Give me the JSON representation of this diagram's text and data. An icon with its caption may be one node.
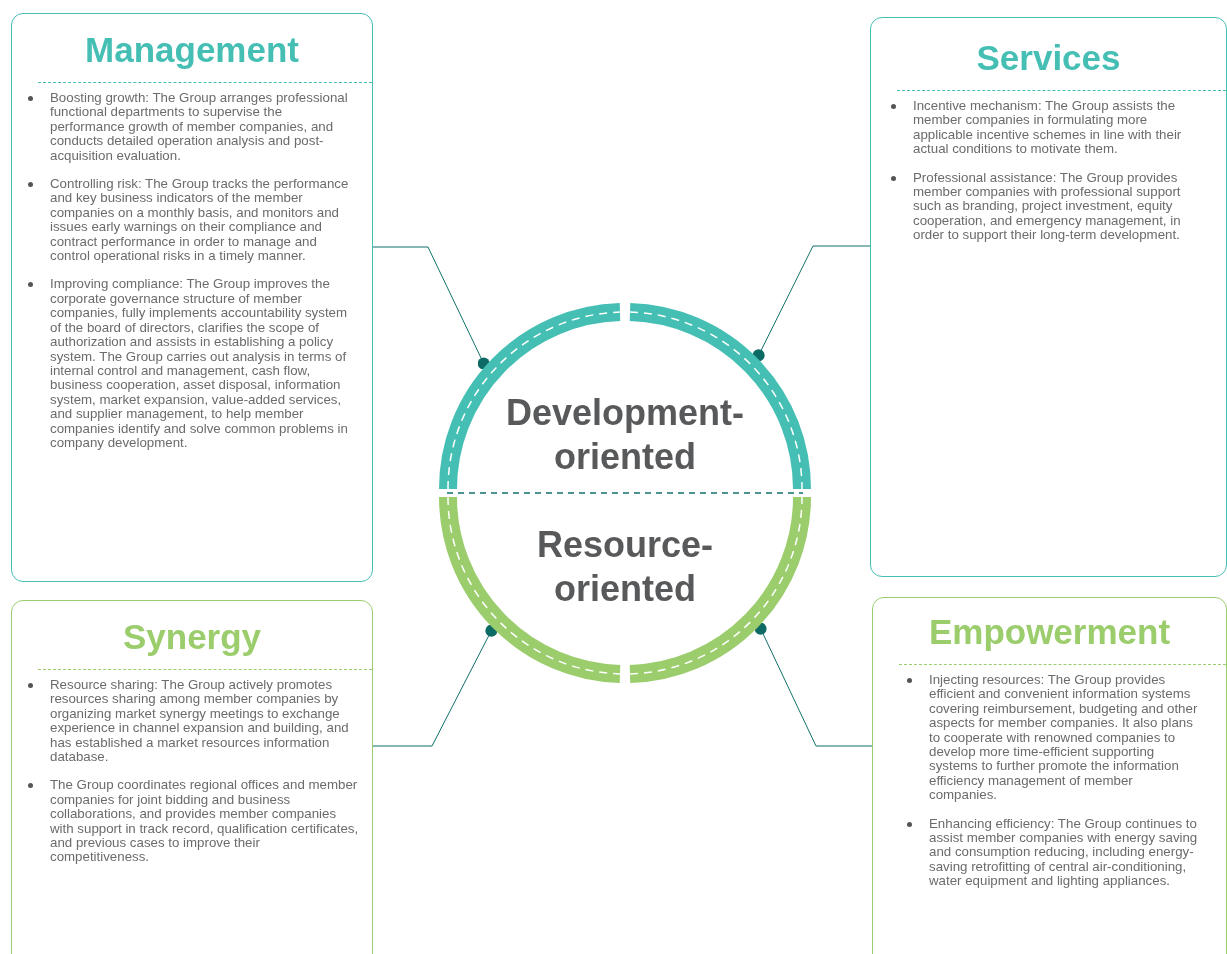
{
  "diagram": {
    "nodes": [
      {
        "text": [
          "Management",
          "Boosting growth: The Group arranges professional functional departments to supervise the performance growth of member companies, and conducts detailed operation analysis and post-acquisition evaluation.",
          "Controlling risk: The Group tracks the performance and key business indicators of the member companies on a monthly basis, and monitors and issues early warnings on their compliance and contract performance in order to manage and control operational risks in a timely manner.",
          "Improving compliance: The Group improves the corporate governance structure of member companies, fully implements accountability system of the board of directors, clarifies the scope of authorization and assists in establishing a policy system. The Group carries out analysis in terms of internal control and management, cash flow, business cooperation, asset disposal, information system, market expansion, value-added services, and supplier management, to help member companies identify and solve common problems in company development."
        ]
      },
      {
        "text": [
          "Services",
          "Incentive mechanism: The Group assists the member companies in formulating more applicable incentive schemes in line with their actual conditions to motivate them.",
          "Professional assistance: The Group provides member companies with professional support such as branding, project investment, equity cooperation, and emergency management, in order to support their long-term development."
        ]
      },
      {
        "text": [
          "Development-oriented"
        ]
      },
      {
        "text": [
          "Resource-oriented"
        ]
      },
      {
        "text": [
          "Synergy",
          "Resource sharing: The Group actively promotes resources sharing among member companies by organizing market synergy meetings to exchange experience in channel expansion and building, and has established a market resources information database.",
          "The Group coordinates regional offices and member companies for joint bidding and business collaborations, and provides member companies with support in track record, qualification certificates, and previous cases to improve their competitiveness."
        ]
      },
      {
        "text": [
          "Empowerment",
          "Injecting resources: The Group provides efficient and convenient information systems covering reimbursement, budgeting and other aspects for member companies. It also plans to cooperate with renowned companies to develop more time-efficient supporting systems to further promote the information efficiency management of member companies.",
          "Enhancing efficiency: The Group continues to assist member companies with energy saving and consumption reducing, including energy-saving retrofitting of central air-conditioning, water equipment and lighting appliances."
        ]
      }
    ],
    "edges": [
      {
        "from": 0,
        "to": 2,
        "arrow": "other"
      },
      {
        "from": 1,
        "to": 2,
        "arrow": "other"
      },
      {
        "from": 4,
        "to": 3,
        "arrow": "other"
      },
      {
        "from": 5,
        "to": 3,
        "arrow": "other"
      }
    ]
  }
}
